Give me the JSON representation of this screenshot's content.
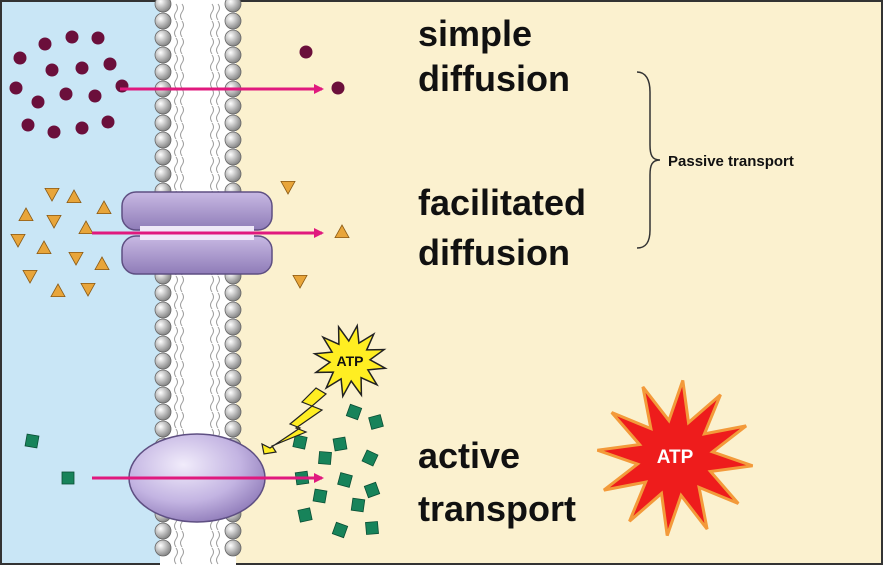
{
  "labels": {
    "simple_line1": "simple",
    "simple_line2": "diffusion",
    "facilitated_line1": "facilitated",
    "facilitated_line2": "diffusion",
    "active_line1": "active",
    "active_line2": "transport",
    "passive_group": "Passive transport",
    "atp_small": "ATP",
    "atp_large": "ATP"
  },
  "colors": {
    "outside": "#c9e6f6",
    "inside": "#fbf1cf",
    "molecule": "#6b0f3b",
    "triangle": "#e8a53a",
    "square": "#17835a",
    "arrow": "#e0197e",
    "channel": "#ad9bcf",
    "pump": "#c6b8e6",
    "atp_small": "#ffee22",
    "atp_large": "#ee1c1c"
  }
}
